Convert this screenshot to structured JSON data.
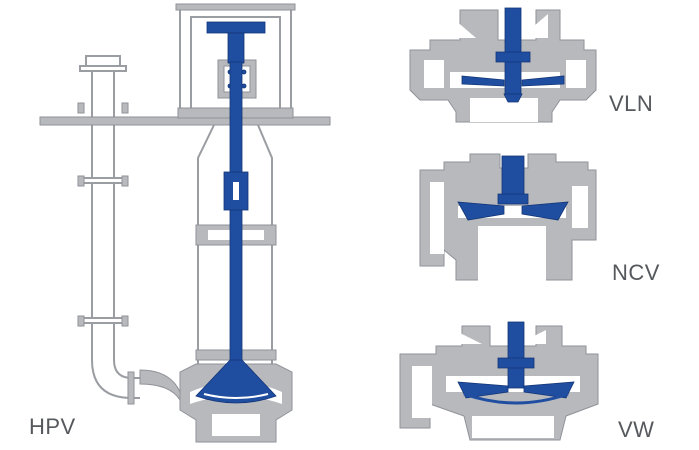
{
  "labels": {
    "hpv": "HPV",
    "vln": "VLN",
    "ncv": "NCV",
    "vw": "VW"
  },
  "colors": {
    "casing_fill": "#b7b9bd",
    "casing_stroke": "#8f9297",
    "outline_stroke": "#9a9da2",
    "rotor_fill": "#1f4ea1",
    "rotor_stroke": "#133577",
    "label_text": "#55585c",
    "background": "#ffffff"
  }
}
